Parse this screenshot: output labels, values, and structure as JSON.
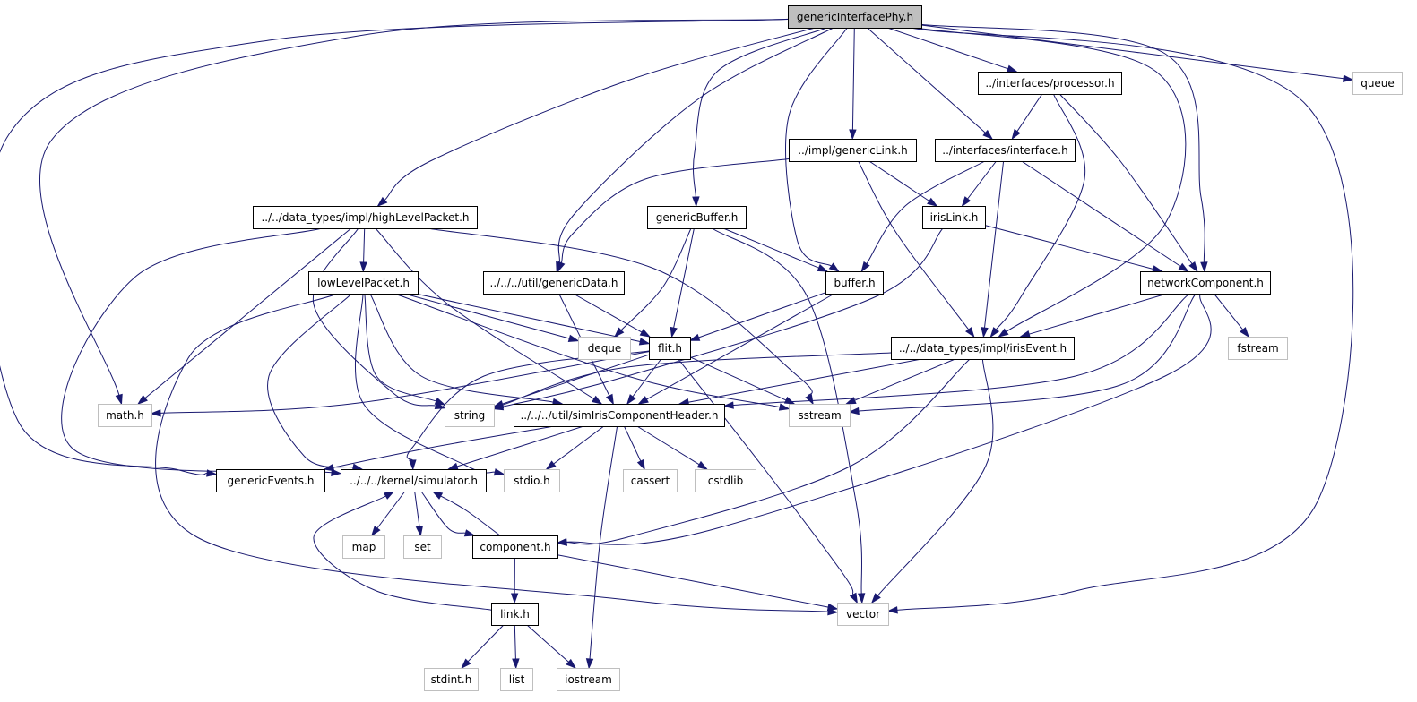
{
  "diagram": {
    "type": "include-dependency-graph",
    "colors": {
      "edge": "#191970",
      "root_fill": "#bfbfbf",
      "project_border": "#000000",
      "external_border": "#bfbfbf"
    },
    "nodes": [
      {
        "id": "genericInterfacePhy",
        "label": "genericInterfacePhy.h",
        "kind": "root"
      },
      {
        "id": "queue",
        "label": "queue",
        "kind": "external"
      },
      {
        "id": "processor",
        "label": "../interfaces/processor.h",
        "kind": "project"
      },
      {
        "id": "genericLink",
        "label": "../impl/genericLink.h",
        "kind": "project"
      },
      {
        "id": "interface",
        "label": "../interfaces/interface.h",
        "kind": "project"
      },
      {
        "id": "highLevelPacket",
        "label": "../../data_types/impl/highLevelPacket.h",
        "kind": "project"
      },
      {
        "id": "genericBuffer",
        "label": "genericBuffer.h",
        "kind": "project"
      },
      {
        "id": "irisLink",
        "label": "irisLink.h",
        "kind": "project"
      },
      {
        "id": "lowLevelPacket",
        "label": "lowLevelPacket.h",
        "kind": "project"
      },
      {
        "id": "genericData",
        "label": "../../../util/genericData.h",
        "kind": "project"
      },
      {
        "id": "buffer",
        "label": "buffer.h",
        "kind": "project"
      },
      {
        "id": "networkComponent",
        "label": "networkComponent.h",
        "kind": "project"
      },
      {
        "id": "deque",
        "label": "deque",
        "kind": "external"
      },
      {
        "id": "flit",
        "label": "flit.h",
        "kind": "project"
      },
      {
        "id": "irisEvent",
        "label": "../../data_types/impl/irisEvent.h",
        "kind": "project"
      },
      {
        "id": "fstream",
        "label": "fstream",
        "kind": "external"
      },
      {
        "id": "math",
        "label": "math.h",
        "kind": "external"
      },
      {
        "id": "string",
        "label": "string",
        "kind": "external"
      },
      {
        "id": "simIrisComponentHeader",
        "label": "../../../util/simIrisComponentHeader.h",
        "kind": "project"
      },
      {
        "id": "sstream",
        "label": "sstream",
        "kind": "external"
      },
      {
        "id": "genericEvents",
        "label": "genericEvents.h",
        "kind": "project"
      },
      {
        "id": "simulator",
        "label": "../../../kernel/simulator.h",
        "kind": "project"
      },
      {
        "id": "stdio",
        "label": "stdio.h",
        "kind": "external"
      },
      {
        "id": "cassert",
        "label": "cassert",
        "kind": "external"
      },
      {
        "id": "cstdlib",
        "label": "cstdlib",
        "kind": "external"
      },
      {
        "id": "map",
        "label": "map",
        "kind": "external"
      },
      {
        "id": "set",
        "label": "set",
        "kind": "external"
      },
      {
        "id": "component",
        "label": "component.h",
        "kind": "project"
      },
      {
        "id": "vector",
        "label": "vector",
        "kind": "external"
      },
      {
        "id": "link",
        "label": "link.h",
        "kind": "project"
      },
      {
        "id": "stdint",
        "label": "stdint.h",
        "kind": "external"
      },
      {
        "id": "list",
        "label": "list",
        "kind": "external"
      },
      {
        "id": "iostream",
        "label": "iostream",
        "kind": "external"
      }
    ],
    "edges": [
      [
        "genericInterfacePhy",
        "queue"
      ],
      [
        "genericInterfacePhy",
        "processor"
      ],
      [
        "genericInterfacePhy",
        "genericLink"
      ],
      [
        "genericInterfacePhy",
        "interface"
      ],
      [
        "genericInterfacePhy",
        "highLevelPacket"
      ],
      [
        "genericInterfacePhy",
        "genericBuffer"
      ],
      [
        "genericInterfacePhy",
        "genericData"
      ],
      [
        "genericInterfacePhy",
        "buffer"
      ],
      [
        "genericInterfacePhy",
        "networkComponent"
      ],
      [
        "genericInterfacePhy",
        "irisEvent"
      ],
      [
        "genericInterfacePhy",
        "math"
      ],
      [
        "genericInterfacePhy",
        "genericEvents"
      ],
      [
        "genericInterfacePhy",
        "vector"
      ],
      [
        "processor",
        "interface"
      ],
      [
        "processor",
        "networkComponent"
      ],
      [
        "processor",
        "irisEvent"
      ],
      [
        "genericLink",
        "genericData"
      ],
      [
        "genericLink",
        "irisLink"
      ],
      [
        "genericLink",
        "irisEvent"
      ],
      [
        "interface",
        "irisLink"
      ],
      [
        "interface",
        "buffer"
      ],
      [
        "interface",
        "networkComponent"
      ],
      [
        "interface",
        "irisEvent"
      ],
      [
        "highLevelPacket",
        "lowLevelPacket"
      ],
      [
        "highLevelPacket",
        "math"
      ],
      [
        "highLevelPacket",
        "string"
      ],
      [
        "highLevelPacket",
        "simIrisComponentHeader"
      ],
      [
        "highLevelPacket",
        "sstream"
      ],
      [
        "highLevelPacket",
        "simulator"
      ],
      [
        "genericBuffer",
        "buffer"
      ],
      [
        "genericBuffer",
        "deque"
      ],
      [
        "genericBuffer",
        "flit"
      ],
      [
        "genericBuffer",
        "vector"
      ],
      [
        "irisLink",
        "networkComponent"
      ],
      [
        "irisLink",
        "string"
      ],
      [
        "lowLevelPacket",
        "deque"
      ],
      [
        "lowLevelPacket",
        "flit"
      ],
      [
        "lowLevelPacket",
        "string"
      ],
      [
        "lowLevelPacket",
        "simIrisComponentHeader"
      ],
      [
        "lowLevelPacket",
        "sstream"
      ],
      [
        "lowLevelPacket",
        "simulator"
      ],
      [
        "lowLevelPacket",
        "stdio"
      ],
      [
        "lowLevelPacket",
        "vector"
      ],
      [
        "genericData",
        "flit"
      ],
      [
        "genericData",
        "simIrisComponentHeader"
      ],
      [
        "buffer",
        "flit"
      ],
      [
        "buffer",
        "simIrisComponentHeader"
      ],
      [
        "networkComponent",
        "irisEvent"
      ],
      [
        "networkComponent",
        "fstream"
      ],
      [
        "networkComponent",
        "simIrisComponentHeader"
      ],
      [
        "networkComponent",
        "sstream"
      ],
      [
        "networkComponent",
        "component"
      ],
      [
        "flit",
        "math"
      ],
      [
        "flit",
        "string"
      ],
      [
        "flit",
        "simIrisComponentHeader"
      ],
      [
        "flit",
        "sstream"
      ],
      [
        "flit",
        "simulator"
      ],
      [
        "flit",
        "vector"
      ],
      [
        "irisEvent",
        "string"
      ],
      [
        "irisEvent",
        "simIrisComponentHeader"
      ],
      [
        "irisEvent",
        "sstream"
      ],
      [
        "irisEvent",
        "component"
      ],
      [
        "irisEvent",
        "vector"
      ],
      [
        "simIrisComponentHeader",
        "genericEvents"
      ],
      [
        "simIrisComponentHeader",
        "simulator"
      ],
      [
        "simIrisComponentHeader",
        "stdio"
      ],
      [
        "simIrisComponentHeader",
        "cassert"
      ],
      [
        "simIrisComponentHeader",
        "cstdlib"
      ],
      [
        "simIrisComponentHeader",
        "iostream"
      ],
      [
        "simulator",
        "map"
      ],
      [
        "simulator",
        "set"
      ],
      [
        "simulator",
        "component"
      ],
      [
        "component",
        "simulator"
      ],
      [
        "component",
        "vector"
      ],
      [
        "component",
        "link"
      ],
      [
        "link",
        "simulator"
      ],
      [
        "link",
        "stdint"
      ],
      [
        "link",
        "list"
      ],
      [
        "link",
        "iostream"
      ]
    ]
  }
}
